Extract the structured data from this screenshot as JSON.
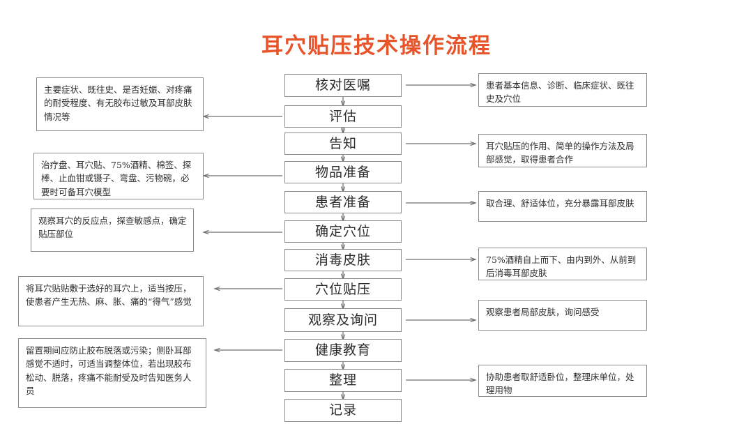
{
  "title": "耳穴贴压技术操作流程",
  "theme": {
    "title_color": "#e8542a",
    "box_border": "#8a8a8a",
    "arrow_color": "#6f6f6f",
    "text_color": "#2b2b2b",
    "background": "#ffffff"
  },
  "chart_data": {
    "type": "diagram",
    "title": "耳穴贴压技术操作流程",
    "orientation": "vertical",
    "steps": [
      "核对医嘱",
      "评估",
      "告知",
      "物品准备",
      "患者准备",
      "确定穴位",
      "消毒皮肤",
      "穴位贴压",
      "观察及询问",
      "健康教育",
      "整理",
      "记录"
    ],
    "right_notes": [
      {
        "step": "核对医嘱",
        "text": "患者基本信息、诊断、临床症状、既往史及穴位"
      },
      {
        "step": "告知",
        "text": "耳穴贴压的作用、简单的操作方法及局部感觉，取得患者合作"
      },
      {
        "step": "患者准备",
        "text": "取合理、舒适体位，充分暴露耳部皮肤"
      },
      {
        "step": "消毒皮肤",
        "text": "75%酒精自上而下、由内到外、从前到后消毒耳部皮肤"
      },
      {
        "step": "观察及询问",
        "text": "观察患者局部皮肤，询问感受"
      },
      {
        "step": "整理",
        "text": "协助患者取舒适卧位，整理床单位，处理用物"
      }
    ],
    "left_notes": [
      {
        "step": "评估",
        "text": "主要症状、既往史、是否妊娠、对疼痛的耐受程度、有无胶布过敏及耳部皮肤情况等"
      },
      {
        "step": "物品准备",
        "text": "治疗盘、耳穴贴、75%酒精、棉签、探棒、止血钳或镊子、弯盘、污物碗，必要时可备耳穴模型"
      },
      {
        "step": "确定穴位",
        "text": "观察耳穴的反应点，探查敏感点，确定贴压部位"
      },
      {
        "step": "穴位贴压",
        "text": "将耳穴贴贴敷于选好的耳穴上，适当按压，使患者产生无热、麻、胀、痛的“得气”感觉"
      },
      {
        "step": "健康教育",
        "text": "留置期间应防止胶布脱落或污染；侧卧耳部感觉不适时，可适当调整体位，若出现胶布松动、脱落，疼痛不能耐受及时告知医务人员"
      }
    ]
  },
  "flow": {
    "nodes": [
      {
        "label": "核对医嘱"
      },
      {
        "label": "评估"
      },
      {
        "label": "告知"
      },
      {
        "label": "物品准备"
      },
      {
        "label": "患者准备"
      },
      {
        "label": "确定穴位"
      },
      {
        "label": "消毒皮肤"
      },
      {
        "label": "穴位贴压"
      },
      {
        "label": "观察及询问"
      },
      {
        "label": "健康教育"
      },
      {
        "label": "整理"
      },
      {
        "label": "记录"
      }
    ]
  },
  "left_notes": [
    {
      "text": "主要症状、既往史、是否妊娠、对疼痛的耐受程度、有无胶布过敏及耳部皮肤情况等"
    },
    {
      "text": "治疗盘、耳穴贴、75%酒精、棉签、探棒、止血钳或镊子、弯盘、污物碗，必要时可备耳穴模型"
    },
    {
      "text": "观察耳穴的反应点，探查敏感点，确定贴压部位"
    },
    {
      "text": "将耳穴贴贴敷于选好的耳穴上，适当按压，使患者产生无热、麻、胀、痛的“得气”感觉"
    },
    {
      "text": "留置期间应防止胶布脱落或污染；侧卧耳部感觉不适时，可适当调整体位，若出现胶布松动、脱落，疼痛不能耐受及时告知医务人员"
    }
  ],
  "right_notes": [
    {
      "text": "患者基本信息、诊断、临床症状、既往史及穴位"
    },
    {
      "text": "耳穴贴压的作用、简单的操作方法及局部感觉，取得患者合作"
    },
    {
      "text": "取合理、舒适体位，充分暴露耳部皮肤"
    },
    {
      "text": "75%酒精自上而下、由内到外、从前到后消毒耳部皮肤"
    },
    {
      "text": "观察患者局部皮肤，询问感受"
    },
    {
      "text": "协助患者取舒适卧位，整理床单位，处理用物"
    }
  ]
}
